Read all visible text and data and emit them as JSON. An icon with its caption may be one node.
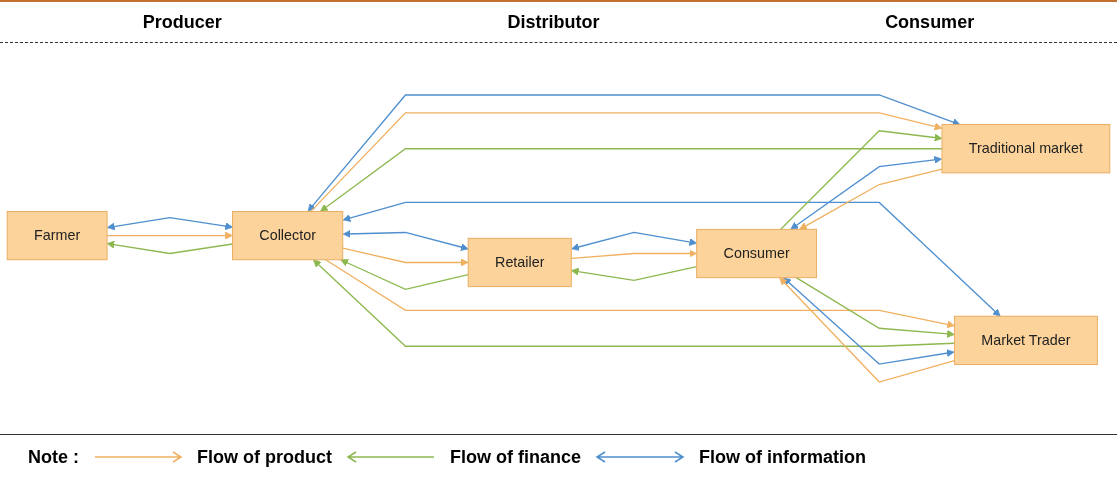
{
  "diagram": {
    "nodes": [
      {
        "text": [
          "Farmer"
        ]
      },
      {
        "text": [
          "Collector"
        ]
      },
      {
        "text": [
          "Retailer"
        ]
      },
      {
        "text": [
          "Traditional market"
        ]
      },
      {
        "text": [
          "Market Trader"
        ]
      },
      {
        "text": [
          "Consumer"
        ]
      }
    ],
    "edges": [
      {
        "from": 0,
        "to": 1,
        "arrow": "both",
        "color": "#4f8fcf"
      },
      {
        "from": 0,
        "to": 1,
        "arrow": "to",
        "color": "#f0b060"
      },
      {
        "from": 1,
        "to": 0,
        "arrow": "to",
        "color": "#8db850"
      },
      {
        "from": 1,
        "to": 2,
        "arrow": "both",
        "color": "#4f8fcf"
      },
      {
        "from": 1,
        "to": 2,
        "arrow": "to",
        "color": "#f0b060"
      },
      {
        "from": 2,
        "to": 1,
        "arrow": "to",
        "color": "#8db850"
      },
      {
        "from": 1,
        "to": 3,
        "arrow": "both",
        "color": "#4f8fcf"
      },
      {
        "from": 1,
        "to": 3,
        "arrow": "to",
        "color": "#f0b060"
      },
      {
        "from": 3,
        "to": 1,
        "arrow": "to",
        "color": "#8db850"
      },
      {
        "from": 1,
        "to": 4,
        "arrow": "both",
        "color": "#4f8fcf"
      },
      {
        "from": 1,
        "to": 4,
        "arrow": "to",
        "color": "#f0b060"
      },
      {
        "from": 4,
        "to": 1,
        "arrow": "to",
        "color": "#8db850"
      },
      {
        "from": 2,
        "to": 5,
        "arrow": "both",
        "color": "#4f8fcf"
      },
      {
        "from": 2,
        "to": 5,
        "arrow": "to",
        "color": "#f0b060"
      },
      {
        "from": 5,
        "to": 2,
        "arrow": "to",
        "color": "#8db850"
      },
      {
        "from": 3,
        "to": 5,
        "arrow": "both",
        "color": "#4f8fcf"
      },
      {
        "from": 3,
        "to": 5,
        "arrow": "to",
        "color": "#f0b060"
      },
      {
        "from": 5,
        "to": 3,
        "arrow": "to",
        "color": "#8db850"
      },
      {
        "from": 4,
        "to": 5,
        "arrow": "both",
        "color": "#4f8fcf"
      },
      {
        "from": 4,
        "to": 5,
        "arrow": "to",
        "color": "#f0b060"
      },
      {
        "from": 5,
        "to": 4,
        "arrow": "to",
        "color": "#8db850"
      }
    ],
    "labels": [
      "Producer",
      "Distributor",
      "Consumer",
      "Note :"
    ],
    "legend": [
      {
        "text": "Flow of product"
      },
      {
        "text": "Flow of finance"
      },
      {
        "text": "Flow of information"
      }
    ]
  }
}
